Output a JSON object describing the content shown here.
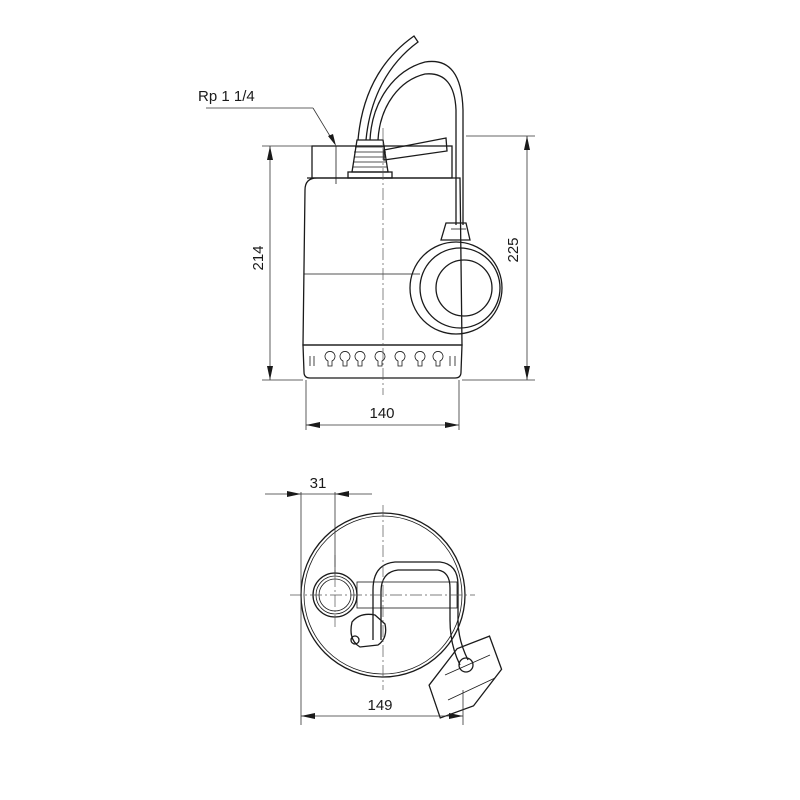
{
  "drawing": {
    "title": "Submersible pump dimensional drawing",
    "views": [
      "side-view",
      "top-view"
    ]
  },
  "side_view": {
    "thread_label": "Rp 1 1/4",
    "height_body": "214",
    "height_total": "225",
    "width_body": "140"
  },
  "top_view": {
    "outlet_offset": "31",
    "overall_width": "149"
  },
  "colors": {
    "line": "#1a1a1a",
    "background": "#ffffff"
  }
}
